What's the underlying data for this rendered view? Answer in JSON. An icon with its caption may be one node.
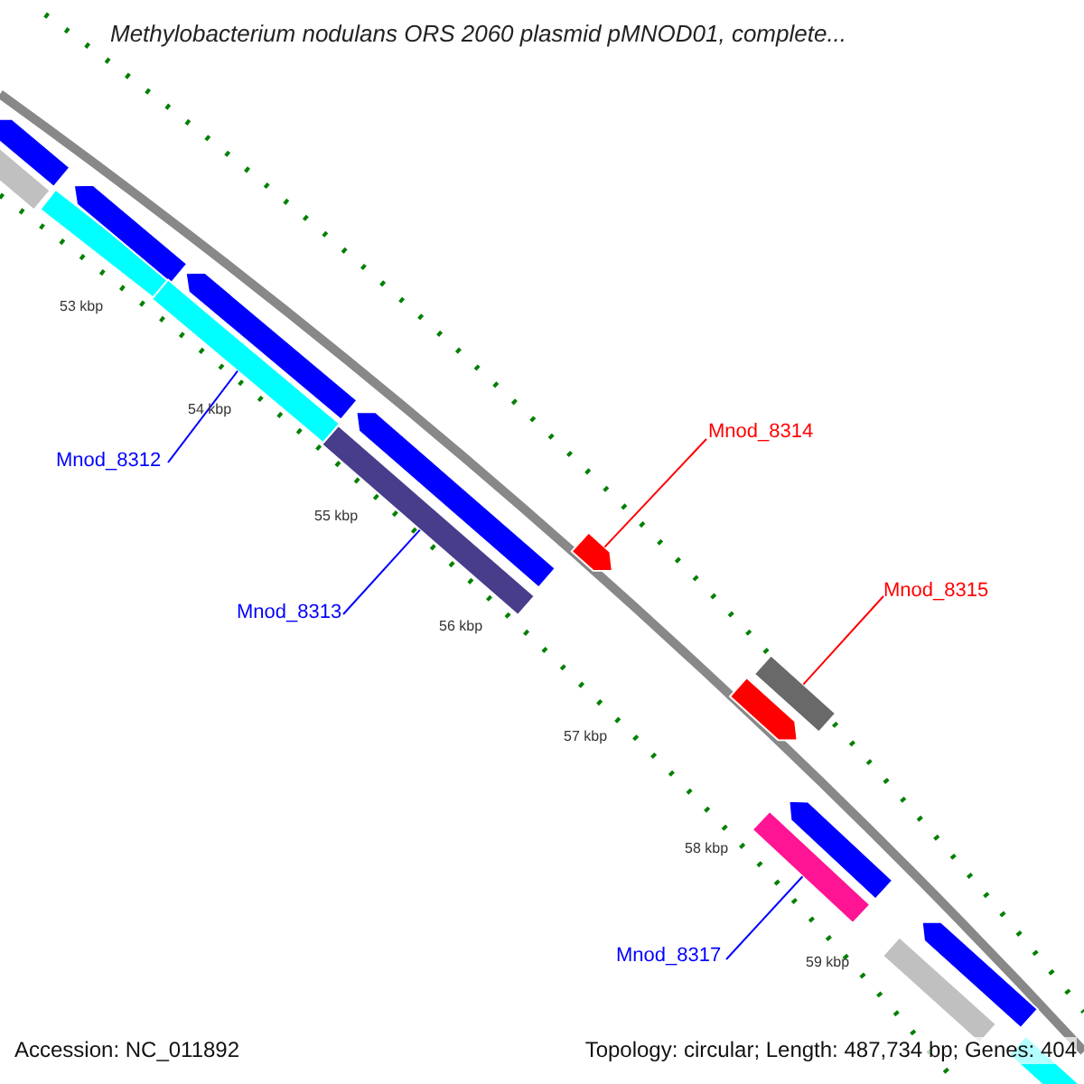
{
  "diagram": {
    "title": "Methylobacterium nodulans ORS 2060 plasmid pMNOD01, complete...",
    "nodes": [
      {
        "text": [
          "Mnod_8312"
        ]
      },
      {
        "text": [
          "Mnod_8313"
        ]
      },
      {
        "text": [
          "Mnod_8314"
        ]
      },
      {
        "text": [
          "Mnod_8315"
        ]
      },
      {
        "text": [
          "Mnod_8317"
        ]
      },
      {
        "text": [],
        "shape": "bar"
      },
      {
        "text": [],
        "shape": "arrow"
      },
      {
        "text": [],
        "shape": "bar"
      },
      {
        "text": [],
        "shape": "arrow"
      },
      {
        "text": [],
        "shape": "bar"
      },
      {
        "text": [],
        "shape": "arrow"
      },
      {
        "text": [],
        "shape": "bar"
      },
      {
        "text": [],
        "shape": "arrow"
      },
      {
        "text": [],
        "shape": "arrow"
      },
      {
        "text": [],
        "shape": "arrow"
      },
      {
        "text": [],
        "shape": "bar"
      },
      {
        "text": [],
        "shape": "bar"
      },
      {
        "text": [],
        "shape": "arrow"
      },
      {
        "text": [],
        "shape": "bar"
      },
      {
        "text": [],
        "shape": "arrow"
      },
      {
        "text": [],
        "shape": "bar"
      }
    ],
    "edges": [
      {
        "from": 0,
        "to": 9,
        "arrow": "none"
      },
      {
        "from": 1,
        "to": 11,
        "arrow": "none"
      },
      {
        "from": 2,
        "to": 13,
        "arrow": "none",
        "color": "#ff0000"
      },
      {
        "from": 3,
        "to": 15,
        "arrow": "none",
        "color": "#ff0000"
      },
      {
        "from": 4,
        "to": 16,
        "arrow": "none"
      }
    ],
    "labels": [
      "53 kbp",
      "54 kbp",
      "55 kbp",
      "56 kbp",
      "57 kbp",
      "58 kbp",
      "59 kbp",
      "Accession: NC_011892",
      "Topology: circular; Length: 487,734 bp; Genes: 404"
    ]
  }
}
